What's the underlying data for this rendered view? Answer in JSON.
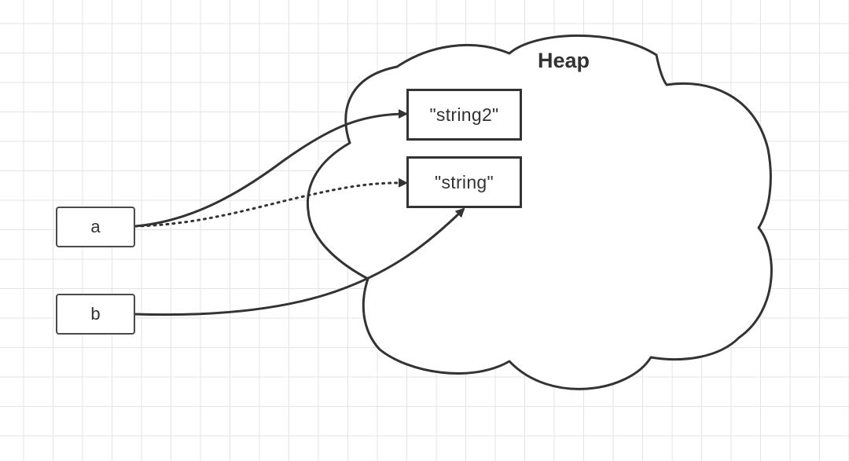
{
  "diagram": {
    "heap_label": "Heap",
    "variables": [
      {
        "id": "a",
        "label": "a"
      },
      {
        "id": "b",
        "label": "b"
      }
    ],
    "heap_values": [
      {
        "id": "string2",
        "label": "\"string2\""
      },
      {
        "id": "string",
        "label": "\"string\""
      }
    ],
    "references": [
      {
        "from": "a",
        "to": "string2",
        "style": "solid"
      },
      {
        "from": "a",
        "to": "string",
        "style": "dotted"
      },
      {
        "from": "b",
        "to": "string",
        "style": "solid"
      }
    ]
  }
}
